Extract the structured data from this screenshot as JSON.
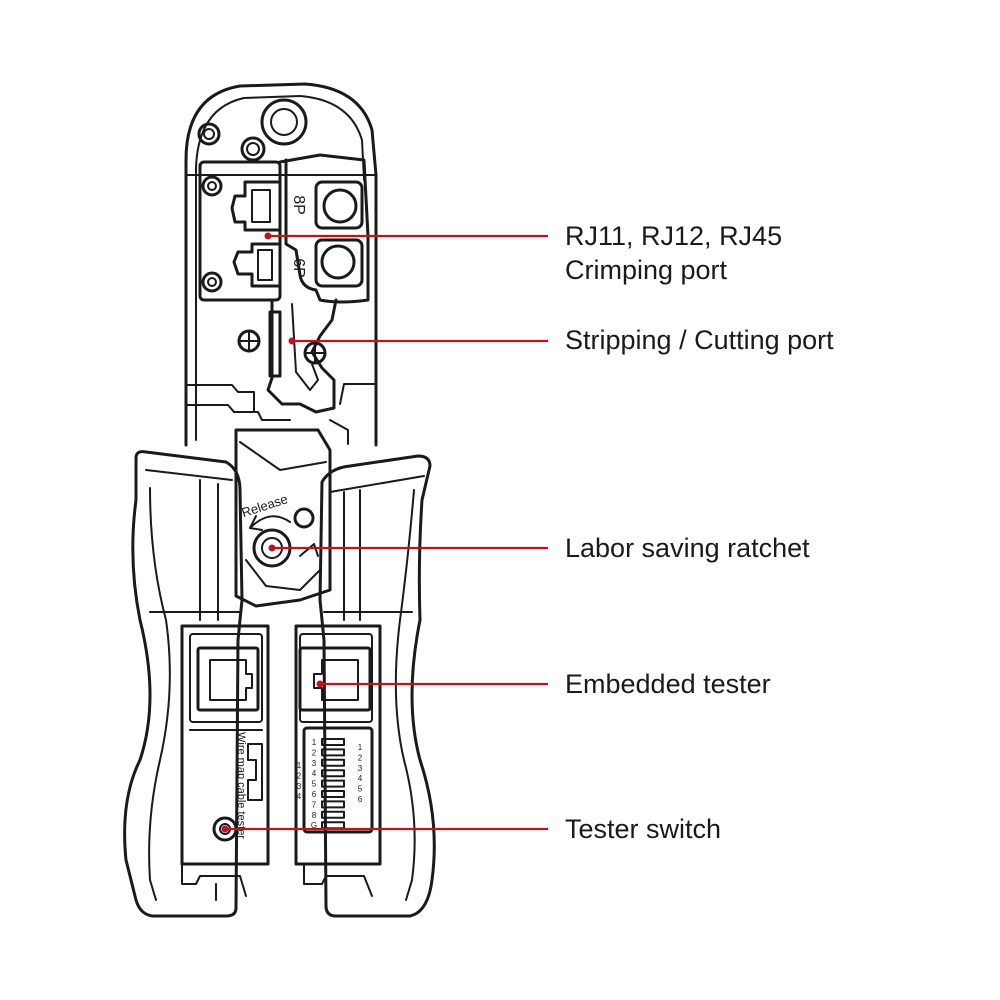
{
  "tool": {
    "die_label_8p": "8P",
    "die_label_6p": "6P",
    "release_label": "Release",
    "tester_side_label": "Wire map cable tester",
    "led_numbers": [
      "1",
      "2",
      "3",
      "4",
      "5",
      "6",
      "7",
      "8",
      "G"
    ],
    "left_pair_numbers": [
      "1",
      "2",
      "3",
      "4"
    ],
    "right_pair_numbers": [
      "1",
      "2",
      "3",
      "4",
      "5",
      "6"
    ]
  },
  "callouts": [
    {
      "id": "crimping-port",
      "lines": [
        "RJ11, RJ12, RJ45",
        "Crimping port"
      ]
    },
    {
      "id": "stripping-port",
      "lines": [
        "Stripping / Cutting port"
      ]
    },
    {
      "id": "ratchet",
      "lines": [
        "Labor saving ratchet"
      ]
    },
    {
      "id": "tester",
      "lines": [
        "Embedded tester"
      ]
    },
    {
      "id": "tester-switch",
      "lines": [
        "Tester switch"
      ]
    }
  ],
  "colors": {
    "leader_line": "#c1121f",
    "outline": "#1a1a1a"
  }
}
